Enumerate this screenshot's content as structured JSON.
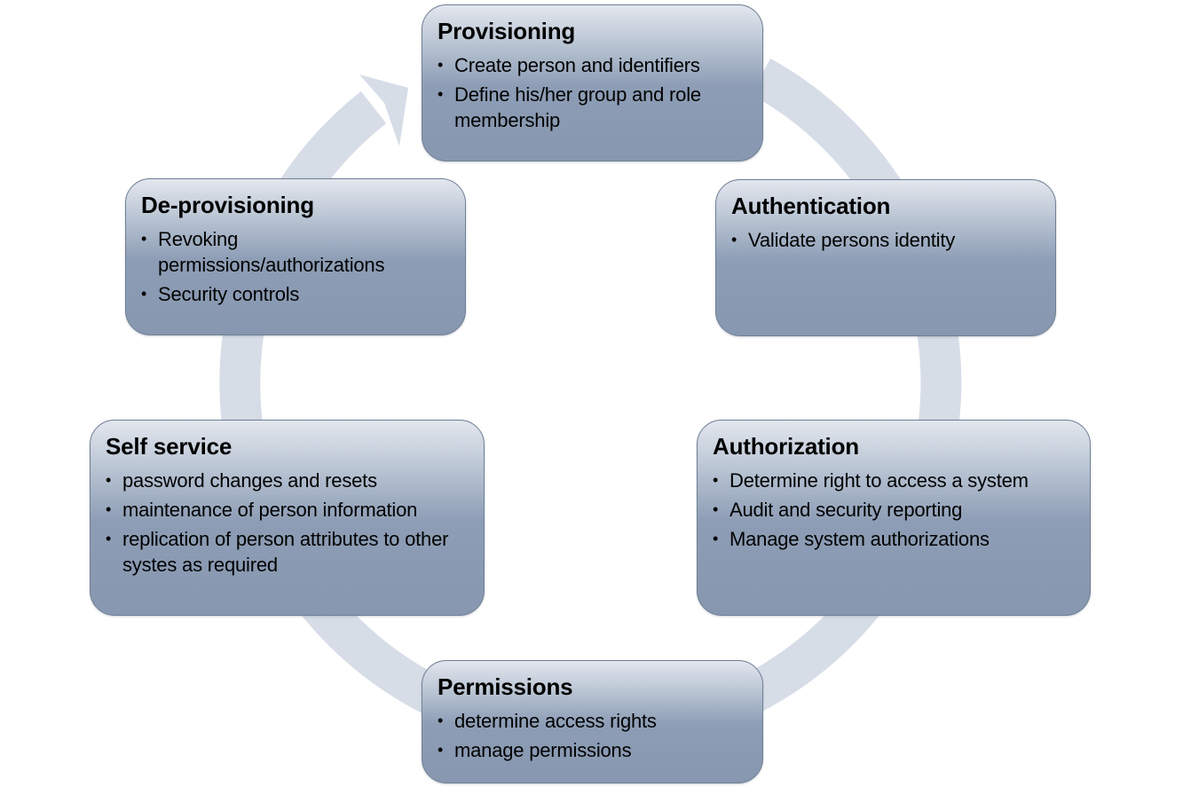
{
  "colors": {
    "ring": "#d7dde7",
    "box_top": "#e3e7ee",
    "box_bottom": "#8797b0",
    "box_border": "#6f7f96",
    "text": "#000000"
  },
  "cycle_arrow_icon": "circular-arrow-icon",
  "boxes": {
    "provisioning": {
      "title": "Provisioning",
      "items": [
        "Create person and identifiers",
        "Define his/her group and role membership"
      ]
    },
    "authentication": {
      "title": "Authentication",
      "items": [
        "Validate persons identity"
      ]
    },
    "authorization": {
      "title": "Authorization",
      "items": [
        "Determine right to access a system",
        "Audit and security reporting",
        "Manage system authorizations"
      ]
    },
    "permissions": {
      "title": "Permissions",
      "items": [
        "determine access rights",
        "manage permissions"
      ]
    },
    "self_service": {
      "title": "Self service",
      "items": [
        "password changes and resets",
        "maintenance of person information",
        "replication of person attributes to other systes as required"
      ]
    },
    "deprovisioning": {
      "title": "De-provisioning",
      "items": [
        "Revoking permissions/authorizations",
        "Security controls"
      ]
    }
  }
}
